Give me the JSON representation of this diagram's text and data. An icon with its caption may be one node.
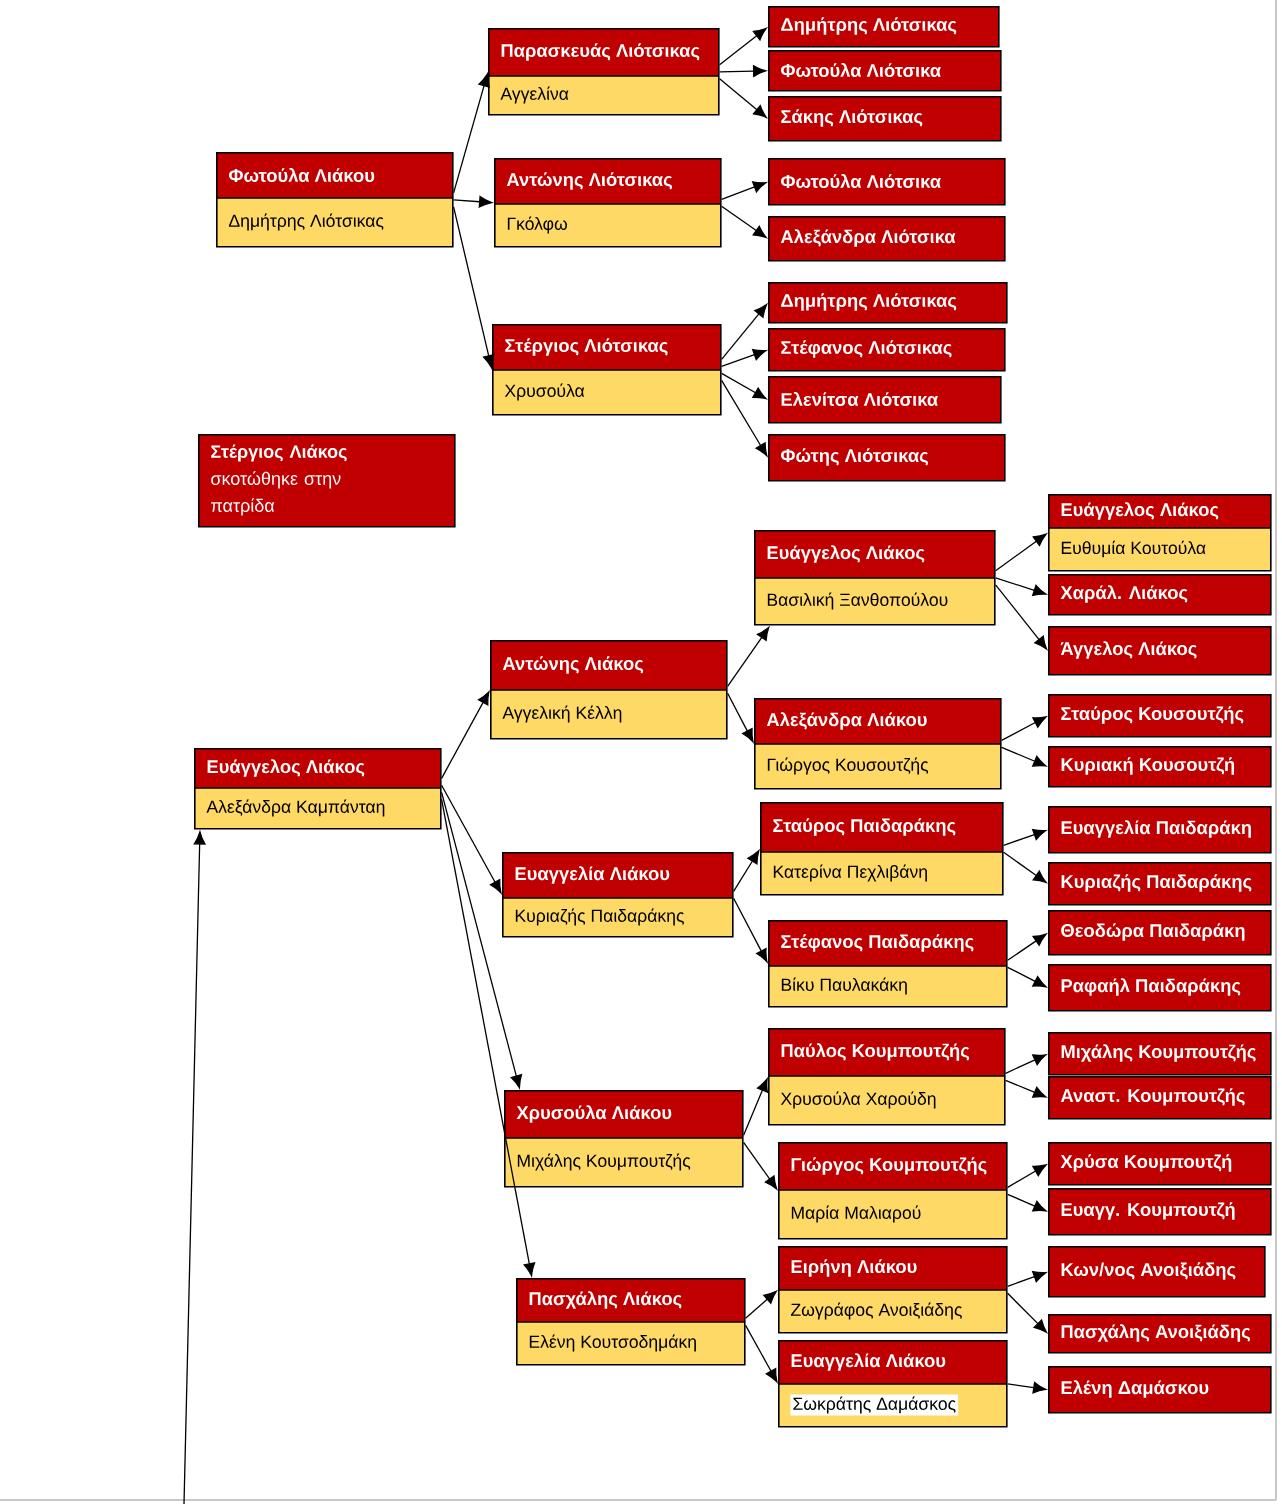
{
  "diagram": {
    "nodes": [
      {
        "text": [
          "Φωτούλα Λιάκου",
          "Δημήτρης Λιότσικας"
        ]
      },
      {
        "text": [
          "Παρασκευάς Λιότσικας",
          "Αγγελίνα"
        ]
      },
      {
        "text": [
          "Αντώνης Λιότσικας",
          "Γκόλφω"
        ]
      },
      {
        "text": [
          "Στέργιος Λιότσικας",
          "Χρυσούλα"
        ]
      },
      {
        "text": [
          "Δημήτρης Λιότσικας"
        ]
      },
      {
        "text": [
          "Φωτούλα Λιότσικα"
        ]
      },
      {
        "text": [
          "Σάκης Λιότσικας"
        ]
      },
      {
        "text": [
          "Φωτούλα Λιότσικα"
        ]
      },
      {
        "text": [
          "Αλεξάνδρα Λιότσικα"
        ]
      },
      {
        "text": [
          "Δημήτρης Λιότσικας"
        ]
      },
      {
        "text": [
          "Στέφανος Λιότσικας"
        ]
      },
      {
        "text": [
          "Ελενίτσα Λιότσικα"
        ]
      },
      {
        "text": [
          "Φώτης Λιότσικας"
        ]
      },
      {
        "text": [
          "**Στέργιος Λιάκος** σκοτώθηκε στην πατρίδα"
        ]
      },
      {
        "text": [
          "Ευάγγελος Λιάκος",
          "Αλεξάνδρα Καμπάνταη"
        ]
      },
      {
        "text": [
          "Αντώνης Λιάκος",
          "Αγγελική Κέλλη"
        ]
      },
      {
        "text": [
          "Ευαγγελία Λιάκου",
          "Κυριαζής Παιδαράκης"
        ]
      },
      {
        "text": [
          "Χρυσούλα Λιάκου",
          "Μιχάλης Κουμπουτζής"
        ]
      },
      {
        "text": [
          "Πασχάλης Λιάκος",
          "Ελένη Κουτσοδημάκη"
        ]
      },
      {
        "text": [
          "Ευάγγελος Λιάκος",
          "Βασιλική Ξανθοπούλου"
        ]
      },
      {
        "text": [
          "Αλεξάνδρα Λιάκου",
          "Γιώργος Κουσουτζής"
        ]
      },
      {
        "text": [
          "Σταύρος Παιδαράκης",
          "Κατερίνα Πεχλιβάνη"
        ]
      },
      {
        "text": [
          "Στέφανος Παιδαράκης",
          "Βίκυ Παυλακάκη"
        ]
      },
      {
        "text": [
          "Ευάγγελος Λιάκος",
          "Ευθυμία Κουτούλα"
        ]
      },
      {
        "text": [
          "Χαράλ. Λιάκος"
        ]
      },
      {
        "text": [
          "Άγγελος Λιάκος"
        ]
      },
      {
        "text": [
          "Σταύρος Κουσουτζής"
        ]
      },
      {
        "text": [
          "Κυριακή Κουσουτζή"
        ]
      },
      {
        "text": [
          "Ευαγγελία Παιδαράκη"
        ]
      },
      {
        "text": [
          "Κυριαζής Παιδαράκης"
        ]
      },
      {
        "text": [
          "Θεοδώρα Παιδαράκη"
        ]
      },
      {
        "text": [
          "Ραφαήλ Παιδαράκης"
        ]
      },
      {
        "text": [
          "Παύλος Κουμπουτζής",
          "Χρυσούλα Χαρούδη"
        ]
      },
      {
        "text": [
          "Γιώργος Κουμπουτζής",
          "Μαρία Μαλιαρού"
        ]
      },
      {
        "text": [
          "Ειρήνη Λιάκου",
          "Ζωγράφος Ανοιξιάδης"
        ]
      },
      {
        "text": [
          "Ευαγγελία Λιάκου",
          "Σωκράτης Δαμάσκος"
        ]
      },
      {
        "text": [
          "Μιχάλης Κουμπουτζής"
        ]
      },
      {
        "text": [
          "Αναστ. Κουμπουτζής"
        ]
      },
      {
        "text": [
          "Χρύσα Κουμπουτζή"
        ]
      },
      {
        "text": [
          "Ευαγγ. Κουμπουτζή"
        ]
      },
      {
        "text": [
          "Κων/νος Ανοιξιάδης"
        ]
      },
      {
        "text": [
          "Πασχάλης Ανοιξιάδης"
        ]
      },
      {
        "text": [
          "Ελένη Δαμάσκου"
        ]
      }
    ],
    "edges": [
      {
        "from": 0,
        "to": 1,
        "arrow": "to"
      },
      {
        "from": 0,
        "to": 2,
        "arrow": "to"
      },
      {
        "from": 0,
        "to": 3,
        "arrow": "to"
      },
      {
        "from": 1,
        "to": 4,
        "arrow": "to"
      },
      {
        "from": 1,
        "to": 5,
        "arrow": "to"
      },
      {
        "from": 1,
        "to": 6,
        "arrow": "to"
      },
      {
        "from": 2,
        "to": 7,
        "arrow": "to"
      },
      {
        "from": 2,
        "to": 8,
        "arrow": "to"
      },
      {
        "from": 3,
        "to": 9,
        "arrow": "to"
      },
      {
        "from": 3,
        "to": 10,
        "arrow": "to"
      },
      {
        "from": 3,
        "to": 11,
        "arrow": "to"
      },
      {
        "from": 3,
        "to": 12,
        "arrow": "to"
      },
      {
        "from": null,
        "to": 14,
        "arrow": "to"
      },
      {
        "from": 14,
        "to": 15,
        "arrow": "to"
      },
      {
        "from": 14,
        "to": 16,
        "arrow": "to"
      },
      {
        "from": 14,
        "to": 17,
        "arrow": "to"
      },
      {
        "from": 14,
        "to": 18,
        "arrow": "to"
      },
      {
        "from": 15,
        "to": 19,
        "arrow": "to"
      },
      {
        "from": 15,
        "to": 20,
        "arrow": "to"
      },
      {
        "from": 19,
        "to": 23,
        "arrow": "to"
      },
      {
        "from": 19,
        "to": 24,
        "arrow": "to"
      },
      {
        "from": 19,
        "to": 25,
        "arrow": "to"
      },
      {
        "from": 20,
        "to": 26,
        "arrow": "to"
      },
      {
        "from": 20,
        "to": 27,
        "arrow": "to"
      },
      {
        "from": 16,
        "to": 21,
        "arrow": "to"
      },
      {
        "from": 16,
        "to": 22,
        "arrow": "to"
      },
      {
        "from": 21,
        "to": 28,
        "arrow": "to"
      },
      {
        "from": 21,
        "to": 29,
        "arrow": "to"
      },
      {
        "from": 22,
        "to": 30,
        "arrow": "to"
      },
      {
        "from": 22,
        "to": 31,
        "arrow": "to"
      },
      {
        "from": 17,
        "to": 32,
        "arrow": "to"
      },
      {
        "from": 17,
        "to": 33,
        "arrow": "to"
      },
      {
        "from": 32,
        "to": 36,
        "arrow": "to"
      },
      {
        "from": 32,
        "to": 37,
        "arrow": "to"
      },
      {
        "from": 33,
        "to": 38,
        "arrow": "to"
      },
      {
        "from": 33,
        "to": 39,
        "arrow": "to"
      },
      {
        "from": 18,
        "to": 34,
        "arrow": "to"
      },
      {
        "from": 18,
        "to": 35,
        "arrow": "to"
      },
      {
        "from": 34,
        "to": 40,
        "arrow": "to"
      },
      {
        "from": 34,
        "to": 41,
        "arrow": "to"
      },
      {
        "from": 35,
        "to": 42,
        "arrow": "to"
      }
    ]
  }
}
